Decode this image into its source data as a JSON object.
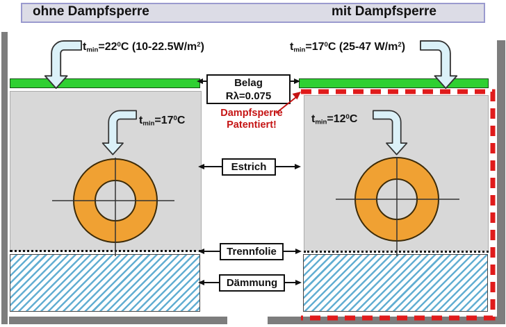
{
  "header": {
    "left_title": "ohne Dampfsperre",
    "right_title": "mit Dampfsperre"
  },
  "annotations": {
    "surface_left": {
      "t": "t",
      "sub": "min",
      "eq": "=22",
      "sup": "0",
      "unit": "C (10-22.5W/m",
      "sup2": "2",
      "close": ")"
    },
    "surface_right": {
      "t": "t",
      "sub": "min",
      "eq": "=17",
      "sup": "0",
      "unit": "C (25-47 W/m",
      "sup2": "2",
      "close": ")"
    },
    "core_left": {
      "t": "t",
      "sub": "min",
      "eq": "=17",
      "sup": "0",
      "unit": "C"
    },
    "core_right": {
      "t": "t",
      "sub": "min",
      "eq": "=12",
      "sup": "0",
      "unit": "C"
    },
    "vapor_note_line1": "Dampfsperre",
    "vapor_note_line2": "Patentiert!"
  },
  "labels": {
    "belag_line1": "Belag",
    "belag_line2": "Rλ=0.075",
    "estrich": "Estrich",
    "trennfolie": "Trennfolie",
    "daemmung": "Dämmung"
  },
  "colors": {
    "green": "#2fd032",
    "orange": "#f0a133",
    "red": "#e01b1b",
    "note_red": "#c51414",
    "arrow_blue": "#dbf1f8",
    "hatch_blue": "#62aed2",
    "wall_gray": "#7d7d7d",
    "body_gray": "#d8d8d8",
    "header_bg": "#dcdce6",
    "header_border": "#9a9ace"
  }
}
